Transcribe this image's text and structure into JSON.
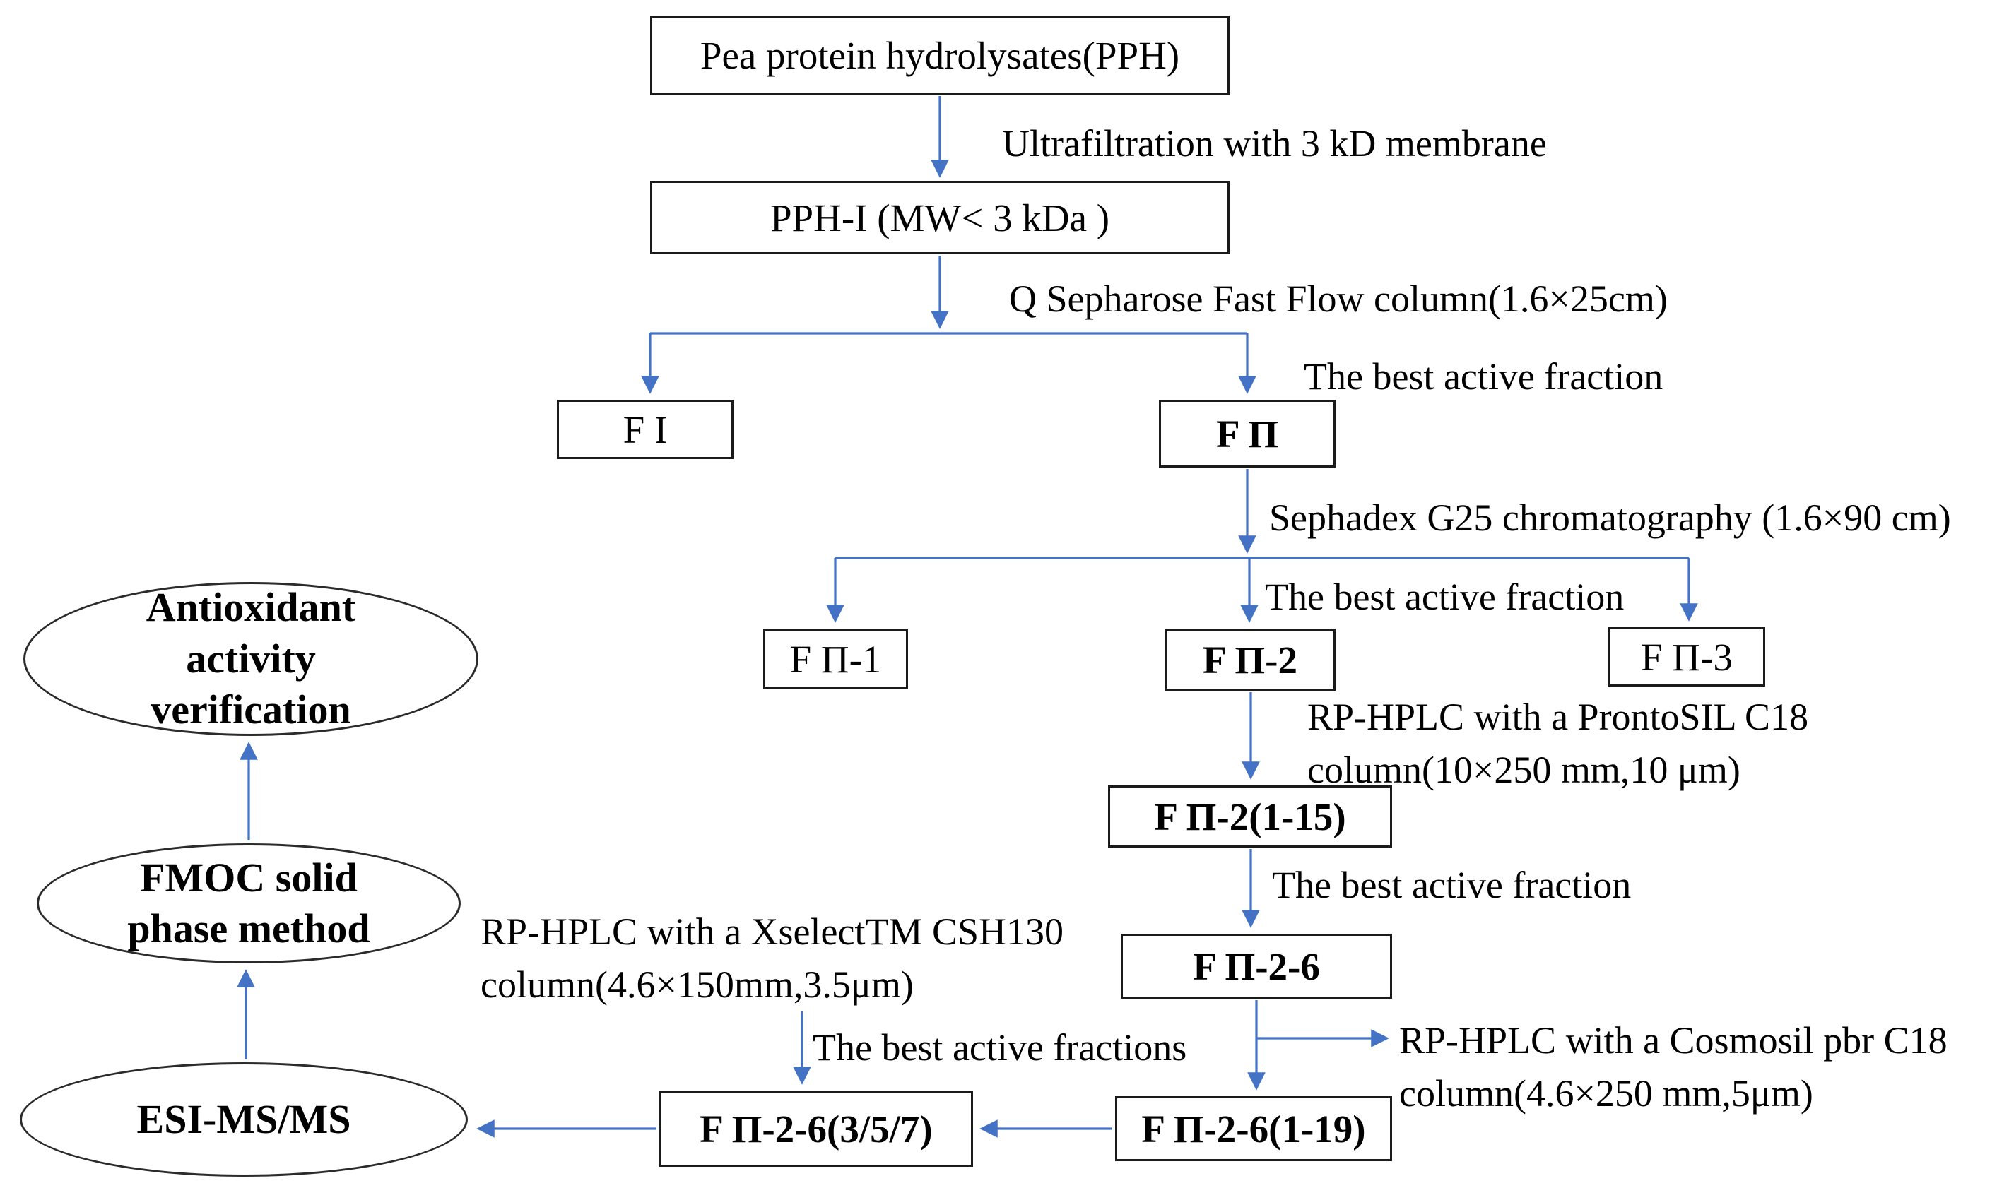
{
  "colors": {
    "arrow": "#4472C4",
    "box_border": "#1b1b1b",
    "text": "#000000",
    "background": "#ffffff"
  },
  "boxes": {
    "pph": "Pea protein hydrolysates(PPH)",
    "pph_i": "PPH-I (MW< 3 kDa )",
    "f1": "F I",
    "f2": "F Π",
    "f2_1": "F Π-1",
    "f2_2": "F Π-2",
    "f2_3": "F Π-3",
    "f2_2_1_15": "F Π-2(1-15)",
    "f2_2_6": "F Π-2-6",
    "f2_2_6_1_19": "F Π-2-6(1-19)",
    "f2_2_6_3_5_7": "F Π-2-6(3/5/7)"
  },
  "ellipses": {
    "antioxidant": "Antioxidant\nactivity\nverification",
    "fmoc": "FMOC solid\nphase method",
    "esi": "ESI-MS/MS"
  },
  "labels": {
    "ultrafiltration": "Ultrafiltration with 3 kD membrane",
    "q_sepharose": "Q Sepharose Fast Flow column(1.6×25cm)",
    "best_active_fraction_1": "The best active fraction",
    "sephadex": "Sephadex G25 chromatography (1.6×90 cm)",
    "best_active_fraction_2": "The best active fraction",
    "prontosil": "RP-HPLC with a ProntoSIL C18\ncolumn(10×250 mm,10 μm)",
    "best_active_fraction_3": "The best active fraction",
    "xselect": "RP-HPLC with a XselectTM CSH130\ncolumn(4.6×150mm,3.5μm)",
    "best_active_fractions_4": "The best active fractions",
    "cosmosil": "RP-HPLC with a Cosmosil pbr C18\ncolumn(4.6×250 mm,5μm)"
  }
}
